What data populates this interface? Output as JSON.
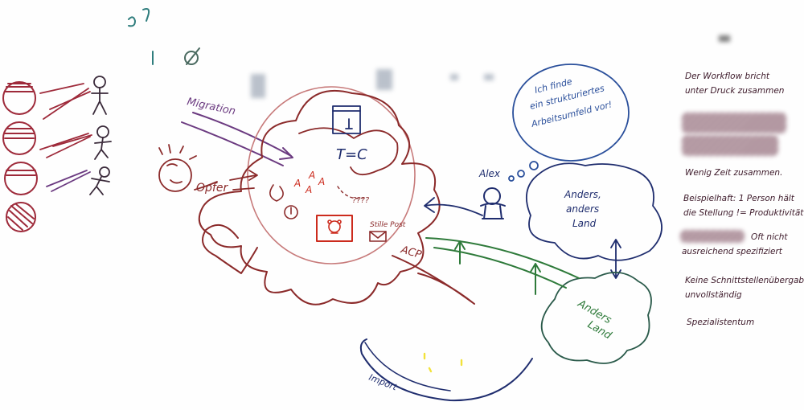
{
  "labels": {
    "migration": "Migration",
    "opfer": "Opfer",
    "tc": "T=C",
    "alex": "Alex",
    "acp": "ACP",
    "import": "Import",
    "question_marks": "????",
    "stille_post": "Stille Post",
    "small_a": "A",
    "anders_land_1": "Anders,",
    "anders_land_2": "anders",
    "anders_land_3": "Land",
    "anders_land_b1": "Anders",
    "anders_land_b2": "Land"
  },
  "thought_bubble": {
    "line1": "Ich finde",
    "line2": "ein strukturiertes",
    "line3": "Arbeitsumfeld vor!"
  },
  "notes": {
    "n1_line1": "Der Workflow bricht",
    "n1_line2": "unter Druck zusammen",
    "n2": "Wenig Zeit zusammen.",
    "n3_line1": "Beispielhaft: 1 Person hält",
    "n3_line2": "die Stellung != Produktivität",
    "n4_line1": "Oft nicht",
    "n4_line2": "ausreichend spezifiziert",
    "n5_line1": "Keine Schnittstellenübergabe, oder",
    "n5_line2": "unvollständig",
    "n6": "Spezialistentum"
  },
  "colors": {
    "maroon": "#8b2a2a",
    "purple": "#6b3a80",
    "navy": "#1f2d6e",
    "green": "#2e7a3a",
    "red": "#cc2b1d",
    "note_ink": "#3d1a2a",
    "teal": "#2f7d7d",
    "yellow": "#f2e23a"
  }
}
